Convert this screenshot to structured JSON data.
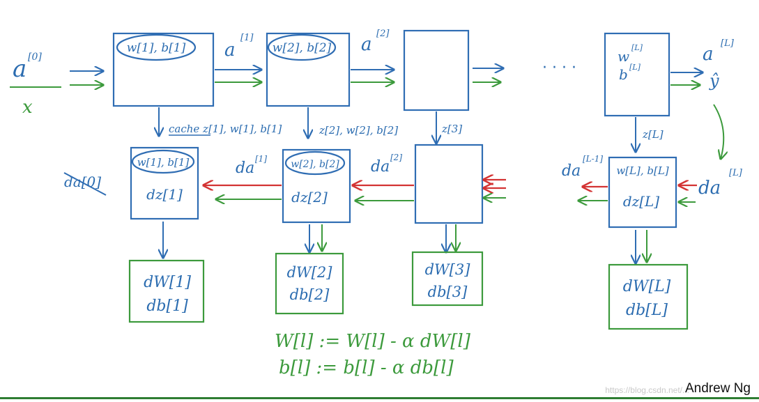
{
  "input": {
    "a0": "a",
    "a0_sup": "[0]",
    "x": "x"
  },
  "forward": {
    "layer1_params": "w[1], b[1]",
    "layer2_params": "w[2], b[2]",
    "layerL_w": "w",
    "layerL_w_sup": "[L]",
    "layerL_b": "b",
    "layerL_b_sup": "[L]",
    "a1": "a",
    "a1_sup": "[1]",
    "a2": "a",
    "a2_sup": "[2]",
    "aL": "a",
    "aL_sup": "[L]",
    "yhat": "ŷ",
    "ellipsis": "· · · ·"
  },
  "cache": {
    "c1": "cache z[1], w[1], b[1]",
    "c2": "z[2], w[2], b[2]",
    "c3": "z[3]",
    "cL": "z[L]"
  },
  "backward": {
    "b1_params": "w[1], b[1]",
    "b1_dz": "dz[1]",
    "b2_params": "w[2], b[2]",
    "b2_dz": "dz[2]",
    "bL_params": "w[L], b[L]",
    "bL_dz": "dz[L]",
    "da0": "da[0]",
    "da1": "da",
    "da1_sup": "[1]",
    "da2": "da",
    "da2_sup": "[2]",
    "daLm1": "da",
    "daLm1_sup": "[L-1]",
    "daL": "da",
    "daL_sup": "[L]"
  },
  "grads": {
    "g1_dw": "dW[1]",
    "g1_db": "db[1]",
    "g2_dw": "dW[2]",
    "g2_db": "db[2]",
    "g3_dw": "dW[3]",
    "g3_db": "db[3]",
    "gL_dw": "dW[L]",
    "gL_db": "db[L]"
  },
  "update": {
    "w_rule": "W[l] := W[l] - α dW[l]",
    "b_rule": "b[l] := b[l] - α db[l]"
  },
  "credits": {
    "author": "Andrew Ng",
    "watermark": "https://blog.csdn.net/..."
  }
}
